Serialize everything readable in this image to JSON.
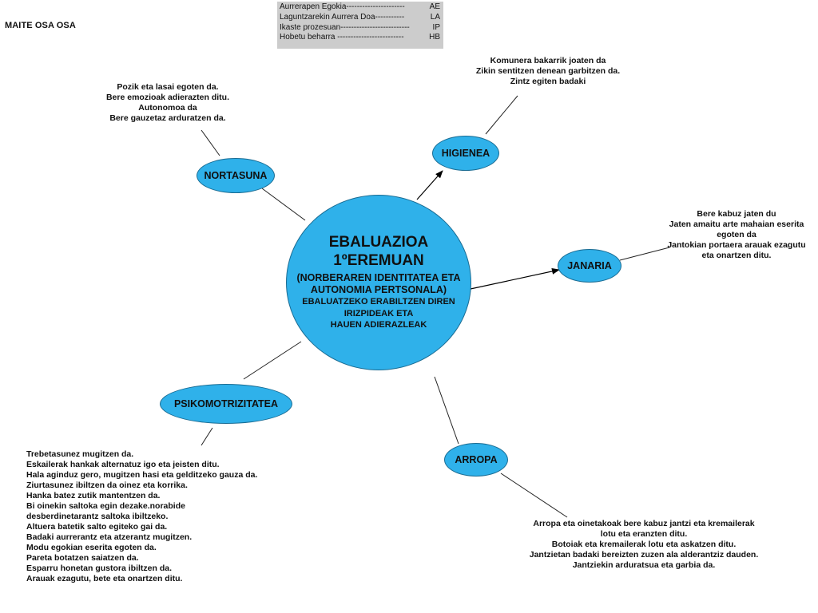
{
  "author": "MAITE OSA OSA",
  "legend": [
    {
      "label": "Aurrerapen Egokia----------------------",
      "code": "AE"
    },
    {
      "label": "Laguntzarekin Aurrera Doa-----------",
      "code": "LA"
    },
    {
      "label": "Ikaste prozesuan--------------------------",
      "code": "IP"
    },
    {
      "label": "Hobetu beharra -------------------------",
      "code": "HB"
    }
  ],
  "center": {
    "title_line1": "EBALUAZIOA",
    "title_line2": "1ºEREMUAN",
    "subtitle_line1": "(NORBERAREN IDENTITATEA ETA",
    "subtitle_line2": "AUTONOMIA PERTSONALA)",
    "desc_line1": "EBALUATZEKO ERABILTZEN DIREN",
    "desc_line2": "IRIZPIDEAK ETA",
    "desc_line3": "HAUEN ADIERAZLEAK"
  },
  "nodes": {
    "nortasuna": "NORTASUNA",
    "higienea": "HIGIENEA",
    "janaria": "JANARIA",
    "psikomotrizitatea": "PSIKOMOTRIZITATEA",
    "arropa": "ARROPA"
  },
  "criteria": {
    "nortasuna": [
      "Pozik eta lasai egoten da.",
      "Bere emozioak adierazten ditu.",
      "Autonomoa da",
      "Bere gauzetaz arduratzen da."
    ],
    "higienea": [
      "Komunera bakarrik joaten da",
      "Zikin sentitzen denean garbitzen da.",
      "Zintz egiten badaki"
    ],
    "janaria": [
      "Bere kabuz jaten du",
      "Jaten amaitu arte mahaian eserita",
      "egoten da",
      "Jantokian portaera arauak ezagutu",
      "eta onartzen ditu."
    ],
    "psikomotrizitatea": [
      "Trebetasunez mugitzen da.",
      "Eskailerak hankak alternatuz igo eta jeisten ditu.",
      "Hala aginduz gero, mugitzen hasi eta gelditzeko gauza da.",
      "Ziurtasunez ibiltzen da oinez eta korrika.",
      "Hanka batez zutik mantentzen da.",
      "Bi oinekin saltoka egin dezake.norabide",
      "desberdinetarantz  saltoka ibiltzeko.",
      "Altuera batetik salto egiteko gai da.",
      "Badaki aurrerantz eta atzerantz mugitzen.",
      "Modu egokian eserita egoten da.",
      "Pareta botatzen saiatzen da.",
      "Esparru honetan gustora ibiltzen da.",
      "Arauak ezagutu, bete eta onartzen ditu."
    ],
    "arropa": [
      "Arropa eta oinetakoak bere kabuz jantzi eta kremailerak",
      "lotu eta eranzten ditu.",
      "Botoiak eta kremailerak lotu eta askatzen ditu.",
      "Jantzietan badaki bereizten zuzen ala alderantziz dauden.",
      "Jantziekin arduratsua eta garbia da."
    ]
  },
  "colors": {
    "node_fill": "#2fb1ea",
    "node_border": "#1a6c93",
    "legend_bg": "#cccccc"
  }
}
